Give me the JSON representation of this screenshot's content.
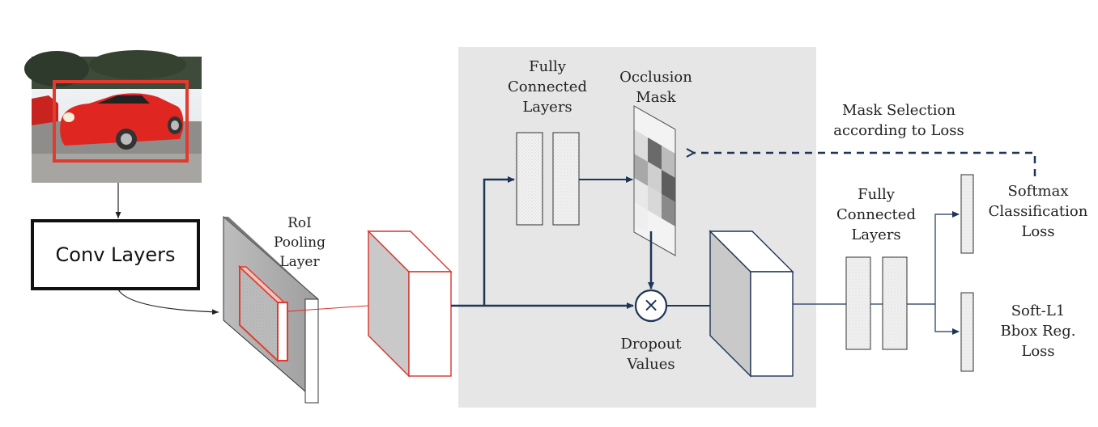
{
  "diagram": {
    "conv_layers": "Conv Layers",
    "roi_pooling": "RoI\nPooling\nLayer",
    "fc_layers_top": "Fully\nConnected\nLayers",
    "occlusion_mask": "Occlusion\nMask",
    "mask_selection": "Mask Selection\naccording to Loss",
    "dropout_values": "Dropout\nValues",
    "fc_layers_right": "Fully\nConnected\nLayers",
    "softmax_loss": "Softmax\nClassification\nLoss",
    "softl1_loss": "Soft-L1\nBbox Reg.\nLoss",
    "multiply_symbol": "×"
  },
  "colors": {
    "panel_gray": "#e6e6e6",
    "navy": "#1e3556",
    "red": "#d9322b",
    "roi_box_red": "#e23b2e"
  },
  "icons": {
    "input_image": "car-photo-icon"
  }
}
